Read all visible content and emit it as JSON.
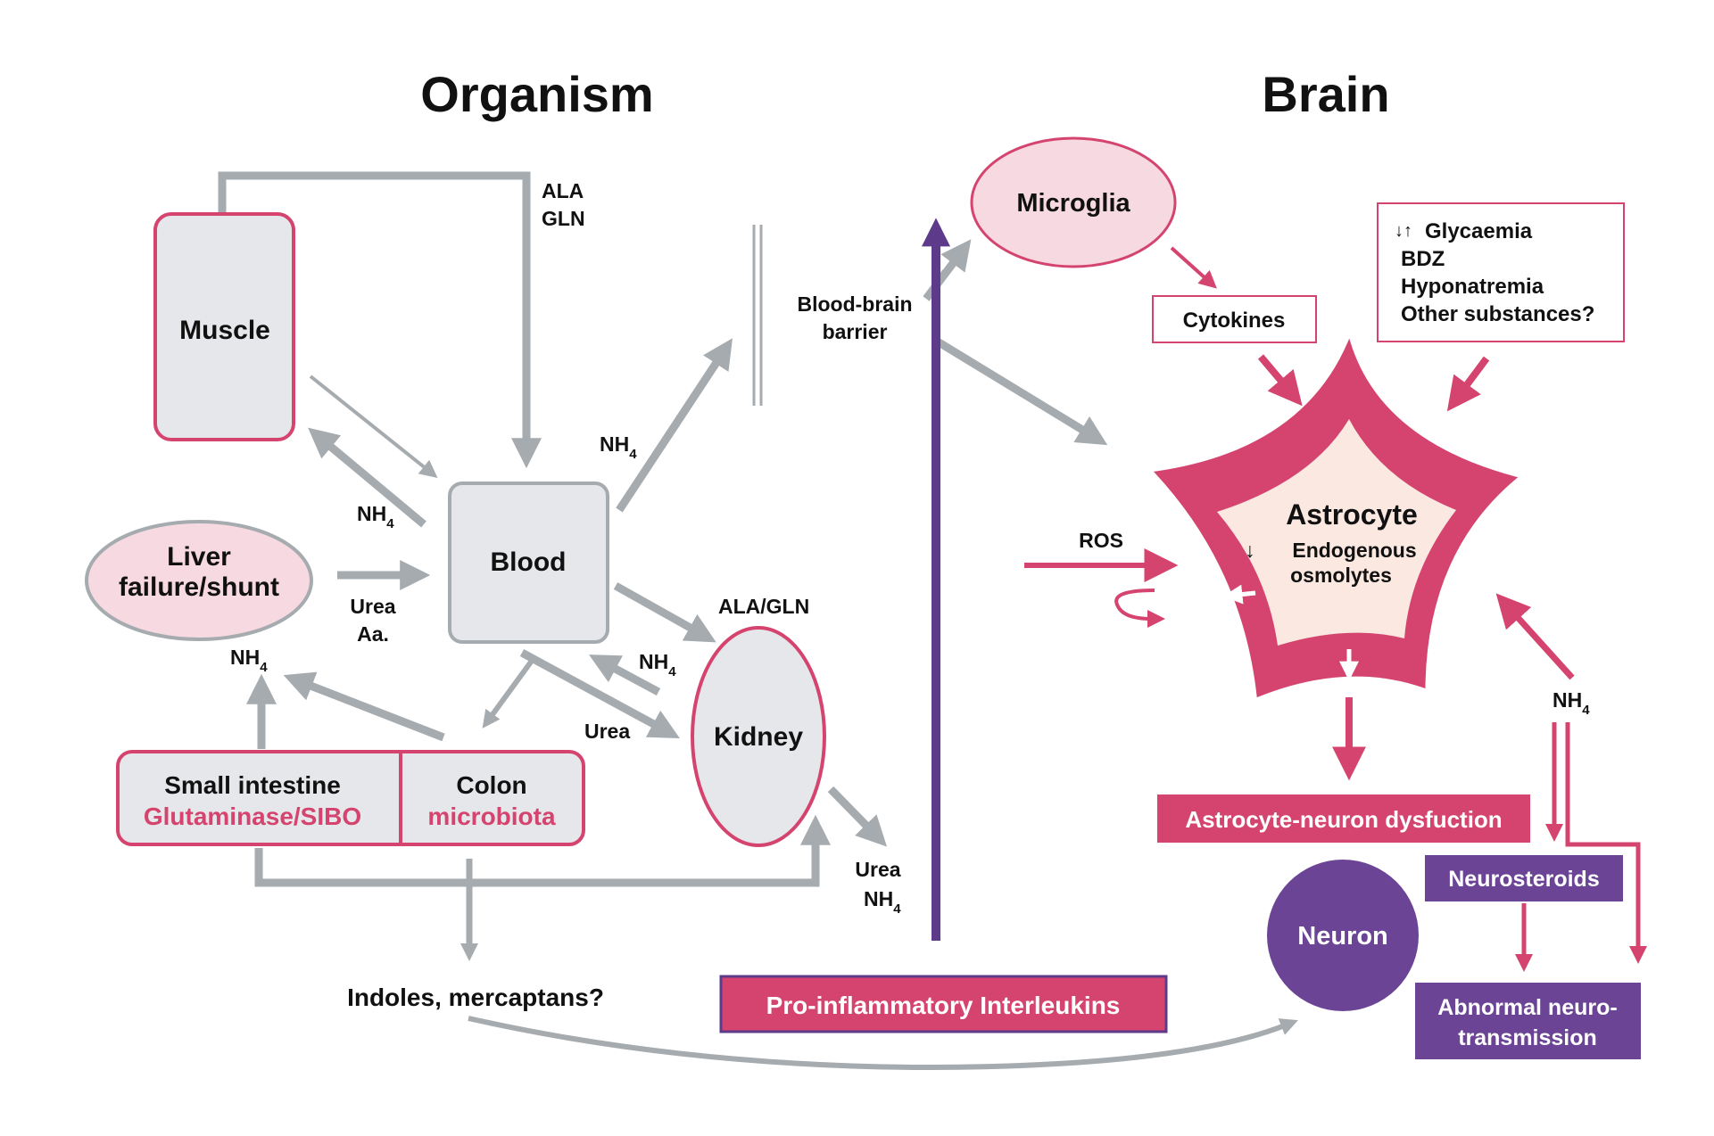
{
  "titles": {
    "organism": "Organism",
    "brain": "Brain"
  },
  "nodes": {
    "muscle": "Muscle",
    "blood": "Blood",
    "liver_line1": "Liver",
    "liver_line2": "failure/shunt",
    "kidney": "Kidney",
    "small_intestine": "Small intestine",
    "small_intestine_sub": "Glutaminase/SIBO",
    "colon": "Colon",
    "colon_sub": "microbiota",
    "microglia": "Microglia",
    "cytokines": "Cytokines",
    "astrocyte": "Astrocyte",
    "astrocyte_sub_line1": "Endogenous",
    "astrocyte_sub_line2": "osmolytes",
    "neuron": "Neuron",
    "neurosteroids": "Neurosteroids",
    "abnormal_line1": "Abnormal neuro-",
    "abnormal_line2": "transmission",
    "astrocyte_neuron_dysfunction": "Astrocyte-neuron dysfuction",
    "pro_inflammatory": "Pro-inflammatory Interleukins",
    "indoles": "Indoles, mercaptans?",
    "bbb_line1": "Blood-brain",
    "bbb_line2": "barrier"
  },
  "labels": {
    "ala": "ALA",
    "gln": "GLN",
    "nh": "NH",
    "nh_sub": "4",
    "urea": "Urea",
    "aa": "Aa.",
    "ala_gln": "ALA/GLN",
    "ros": "ROS",
    "down_arrow": "↓",
    "updown_arrows": "↓↑"
  },
  "factors": [
    "Glycaemia",
    "BDZ",
    "Hyponatremia",
    "Other substances?"
  ],
  "colors": {
    "pink": "#d4446f",
    "pink_light": "#f7d9e1",
    "astro_inner": "#fbe8e1",
    "gray_line": "#a5abaf",
    "node_fill": "#e6e7ea",
    "purple": "#6c4496",
    "purple_line": "#5d3a8a",
    "text": "#111111"
  }
}
